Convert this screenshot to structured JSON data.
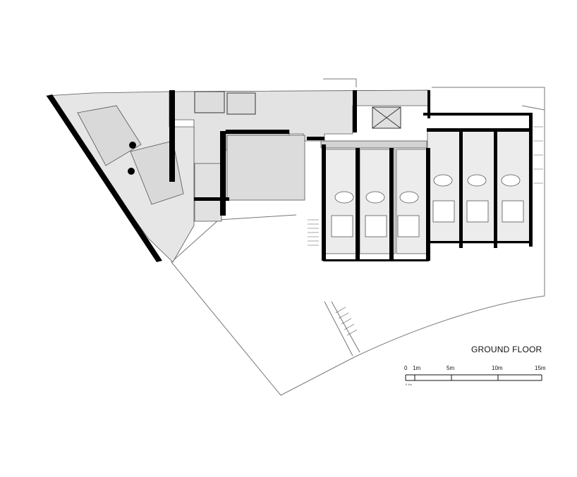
{
  "drawing": {
    "title": "GROUND FLOOR",
    "scale_labels": [
      "0",
      "1m",
      "5m",
      "10m",
      "15m"
    ],
    "scale_note": "0 1m"
  },
  "colors": {
    "wall": "#000000",
    "floor_fill": "#e3e3e3",
    "room_fill": "#d7d7d7",
    "line": "#555555"
  }
}
